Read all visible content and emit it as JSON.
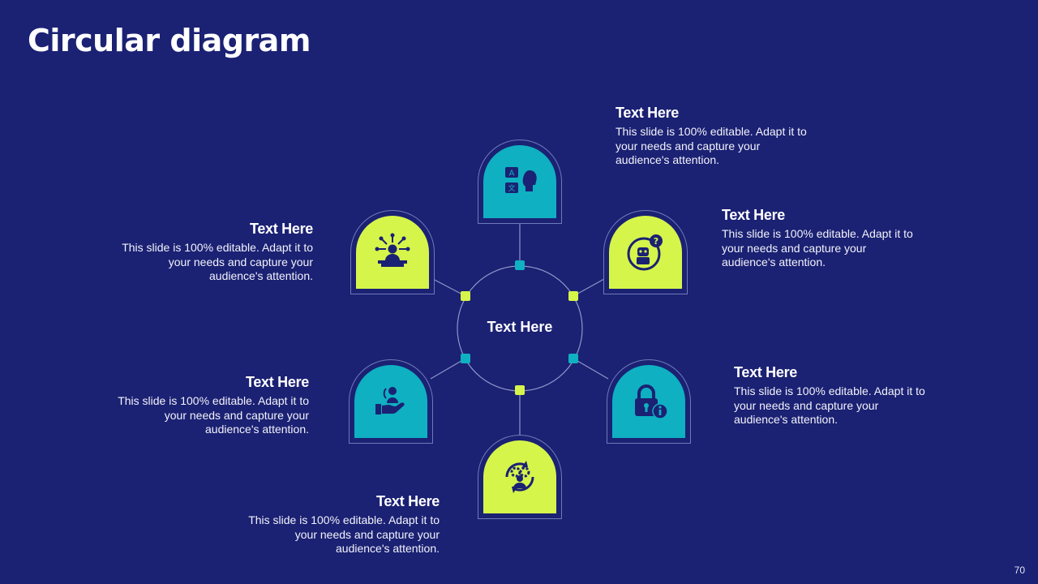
{
  "slide": {
    "title": "Circular diagram",
    "page_number": "70",
    "center_label": "Text Here"
  },
  "colors": {
    "background": "#1b2173",
    "lime": "#d6f54a",
    "teal": "#0fb0c1",
    "line": "#8f97c9"
  },
  "nodes": [
    {
      "icon": "translation-speech-icon",
      "color": "teal"
    },
    {
      "icon": "robot-question-icon",
      "color": "lime"
    },
    {
      "icon": "lock-info-icon",
      "color": "teal"
    },
    {
      "icon": "gear-cycle-person-icon",
      "color": "lime"
    },
    {
      "icon": "hand-person-icon",
      "color": "teal"
    },
    {
      "icon": "presenter-podium-icon",
      "color": "lime"
    }
  ],
  "blocks": [
    {
      "heading": "Text Here",
      "text": "This slide is 100% editable. Adapt it to your needs and capture your audience's attention."
    },
    {
      "heading": "Text Here",
      "text": "This slide is 100% editable. Adapt it to your needs and capture your audience's attention."
    },
    {
      "heading": "Text Here",
      "text": "This slide is 100% editable. Adapt it to your needs and capture your audience's attention."
    },
    {
      "heading": "Text Here",
      "text": "This slide is 100% editable. Adapt it to your needs and capture your audience's attention."
    },
    {
      "heading": "Text Here",
      "text": "This slide is 100% editable. Adapt it to your needs and capture your audience's attention."
    },
    {
      "heading": "Text Here",
      "text": "This slide is 100% editable. Adapt it to your needs and capture your audience's attention."
    }
  ]
}
